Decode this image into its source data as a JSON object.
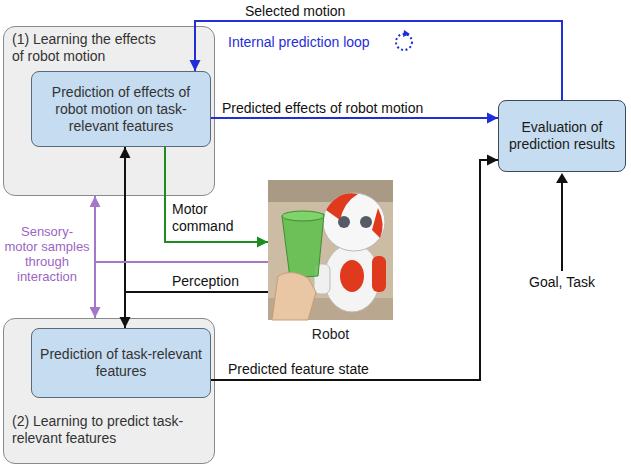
{
  "diagram": {
    "nodes": [
      {
        "text": [
          "(1) Learning the effects of robot motion"
        ]
      },
      {
        "text": [
          "Prediction of effects of robot motion on task-relevant features"
        ],
        "in": 0
      },
      {
        "text": [
          "Evaluation of prediction results"
        ]
      },
      {
        "text": [
          "Robot"
        ]
      },
      {
        "text": [
          "(2) Learning to predict task-relevant features"
        ]
      },
      {
        "text": [
          "Prediction of task-relevant features"
        ],
        "in": 4
      }
    ],
    "edges": [
      {
        "from": 2,
        "to": 1,
        "arrow": "to",
        "label": "Selected motion"
      },
      {
        "from": 1,
        "to": 2,
        "arrow": "to",
        "label": "Predicted effects of robot motion"
      },
      {
        "from": 1,
        "to": 3,
        "arrow": "to",
        "label": "Motor command"
      },
      {
        "from": 3,
        "to": 1,
        "arrow": "to",
        "label": "Perception"
      },
      {
        "from": 3,
        "to": 5,
        "arrow": "to"
      },
      {
        "from": 3,
        "to": 0,
        "arrow": "to",
        "label": "Sensory- motor samples through interaction"
      },
      {
        "from": 3,
        "to": 4,
        "arrow": "to"
      },
      {
        "from": 5,
        "to": 2,
        "arrow": "to",
        "label": "Predicted feature state"
      }
    ],
    "labels": [
      "Internal prediction loop",
      "Goal, Task"
    ]
  }
}
